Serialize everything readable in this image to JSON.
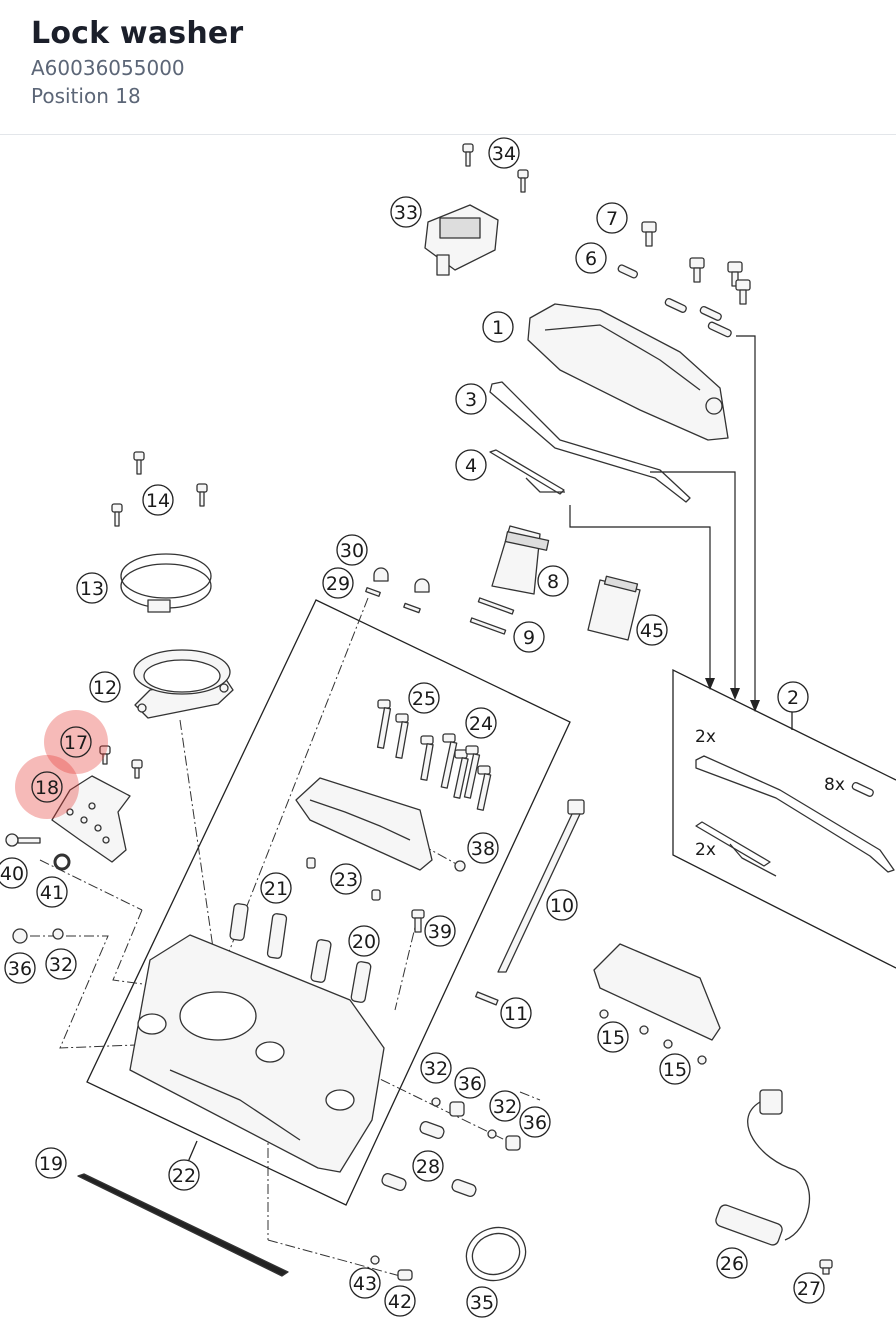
{
  "header": {
    "title": "Lock washer",
    "part_number": "A60036055000",
    "position": "Position 18"
  },
  "colors": {
    "highlight": "#e53935",
    "line": "#222222",
    "part_stroke": "#333333",
    "part_fill": "#f4f4f4"
  },
  "highlighted_positions": [
    "17",
    "18"
  ],
  "callouts": [
    {
      "label": "34"
    },
    {
      "label": "33"
    },
    {
      "label": "7"
    },
    {
      "label": "6"
    },
    {
      "label": "1"
    },
    {
      "label": "3"
    },
    {
      "label": "4"
    },
    {
      "label": "14"
    },
    {
      "label": "13"
    },
    {
      "label": "30"
    },
    {
      "label": "29"
    },
    {
      "label": "8"
    },
    {
      "label": "9"
    },
    {
      "label": "45"
    },
    {
      "label": "12"
    },
    {
      "label": "2"
    },
    {
      "label": "25"
    },
    {
      "label": "24"
    },
    {
      "label": "17"
    },
    {
      "label": "18"
    },
    {
      "label": "38"
    },
    {
      "label": "40"
    },
    {
      "label": "41"
    },
    {
      "label": "21"
    },
    {
      "label": "23"
    },
    {
      "label": "10"
    },
    {
      "label": "36"
    },
    {
      "label": "32"
    },
    {
      "label": "20"
    },
    {
      "label": "39"
    },
    {
      "label": "11"
    },
    {
      "label": "15"
    },
    {
      "label": "15"
    },
    {
      "label": "32"
    },
    {
      "label": "36"
    },
    {
      "label": "32"
    },
    {
      "label": "36"
    },
    {
      "label": "19"
    },
    {
      "label": "22"
    },
    {
      "label": "28"
    },
    {
      "label": "26"
    },
    {
      "label": "43"
    },
    {
      "label": "42"
    },
    {
      "label": "35"
    },
    {
      "label": "27"
    }
  ],
  "quantity_labels": [
    "2x",
    "8x",
    "2x"
  ]
}
